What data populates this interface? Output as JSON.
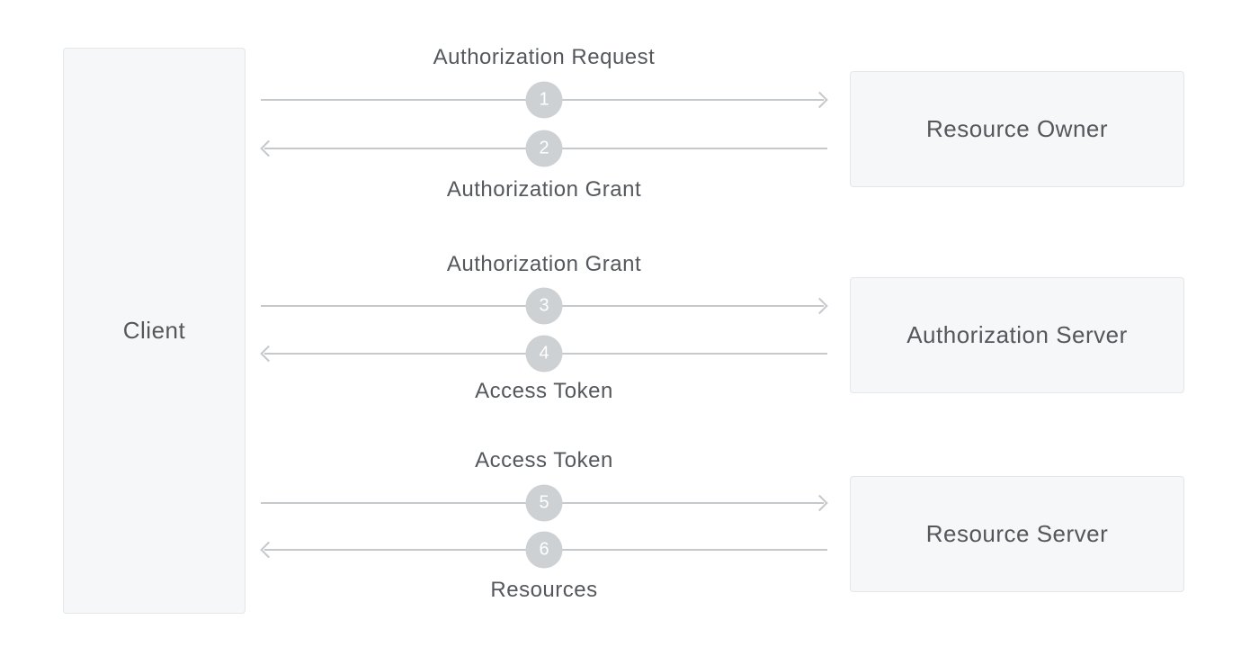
{
  "colors": {
    "background": "#ffffff",
    "box_bg": "#f5f7f8",
    "box_border": "#e4e6e9",
    "arrow": "#c6c9cb",
    "circle_bg": "#ced1d3",
    "circle_text": "#ffffff",
    "label_text": "#54585c"
  },
  "client": {
    "label": "Client"
  },
  "entities": [
    {
      "label": "Resource Owner"
    },
    {
      "label": "Authorization Server"
    },
    {
      "label": "Resource Server"
    }
  ],
  "flow": {
    "sections": [
      {
        "top_label": "Authorization Request",
        "bottom_label": "Authorization Grant",
        "request": {
          "number": "1",
          "direction": "right"
        },
        "response": {
          "number": "2",
          "direction": "left"
        }
      },
      {
        "top_label": "Authorization Grant",
        "bottom_label": "Access Token",
        "request": {
          "number": "3",
          "direction": "right"
        },
        "response": {
          "number": "4",
          "direction": "left"
        }
      },
      {
        "top_label": "Access Token",
        "bottom_label": "Resources",
        "request": {
          "number": "5",
          "direction": "right"
        },
        "response": {
          "number": "6",
          "direction": "left"
        }
      }
    ]
  }
}
